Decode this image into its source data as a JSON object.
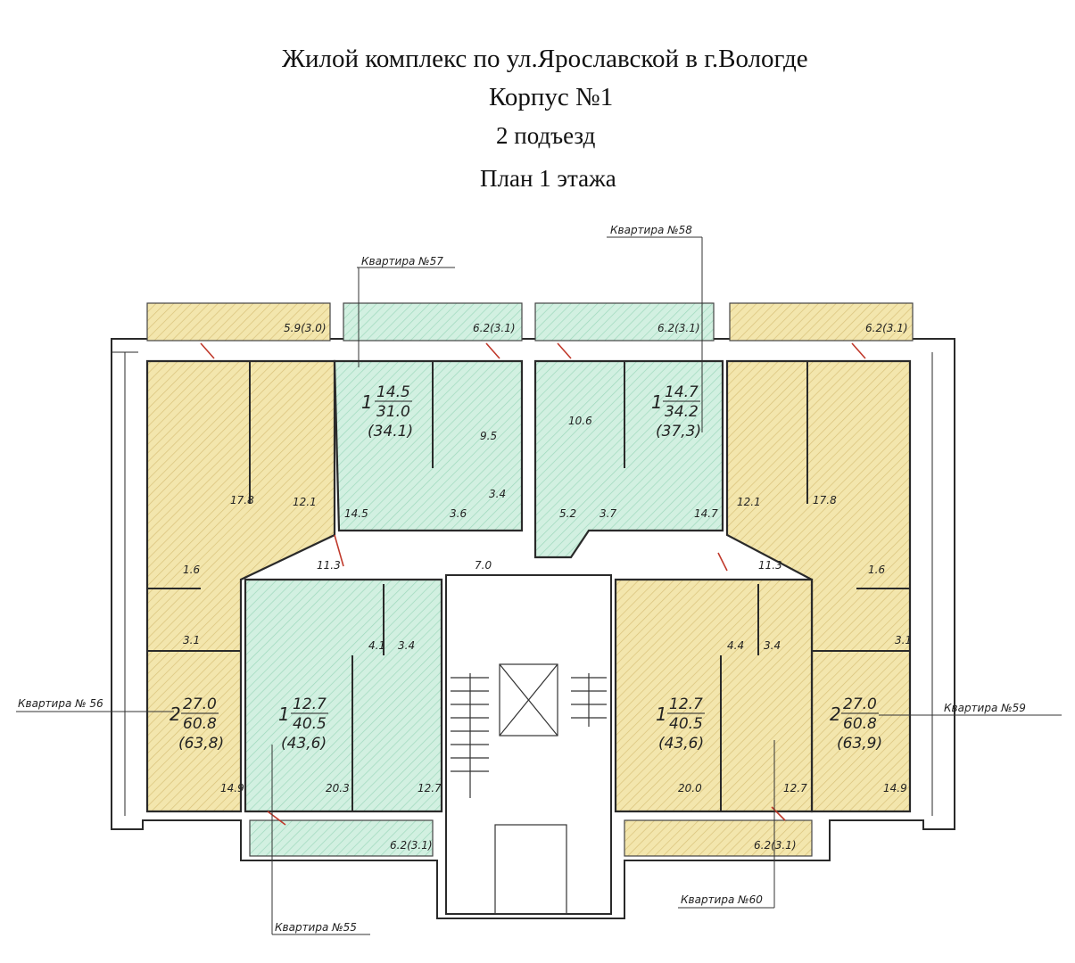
{
  "title": {
    "line1": "Жилой комплекс по ул.Ярославской в г.Вологде",
    "line2": "Корпус №1",
    "line3": "2 подъезд",
    "line4": "План 1 этажа"
  },
  "colors": {
    "yellow": "#f1e3a6",
    "green": "#cfeedd",
    "wall": "#2a2a2a",
    "line": "#444444"
  },
  "apartments": {
    "a55": {
      "label": "Квартира №55",
      "rooms": "1",
      "living": "12.7",
      "total": "40.5",
      "total_balc": "(43,6)"
    },
    "a56": {
      "label": "Квартира № 56",
      "rooms": "2",
      "living": "27.0",
      "total": "60.8",
      "total_balc": "(63,8)"
    },
    "a57": {
      "label": "Квартира №57",
      "rooms": "1",
      "living": "14.5",
      "total": "31.0",
      "total_balc": "(34.1)"
    },
    "a58": {
      "label": "Квартира №58",
      "rooms": "1",
      "living": "14.7",
      "total": "34.2",
      "total_balc": "(37,3)"
    },
    "a59": {
      "label": "Квартира №59",
      "rooms": "2",
      "living": "27.0",
      "total": "60.8",
      "total_balc": "(63,9)"
    },
    "a60": {
      "label": "Квартира №60",
      "rooms": "1",
      "living": "12.7",
      "total": "40.5",
      "total_balc": "(43,6)"
    }
  },
  "balconies": {
    "b1": "5.9(3.0)",
    "b2": "6.2(3.1)",
    "b3": "6.2(3.1)",
    "b4": "6.2(3.1)",
    "b5": "6.2(3.1)",
    "b6": "6.2(3.1)"
  },
  "room_areas": {
    "r_l_kitchen": "17.8",
    "r_l_room": "12.1",
    "r_l_bath": "1.6",
    "r_l_hall": "11.3",
    "r_l_wc": "3.1",
    "r_l_bed": "14.9",
    "r_57_room": "14.5",
    "r_57_kitchen": "9.5",
    "r_57_bath": "3.4",
    "r_57_hall": "3.6",
    "r_58_kitchen": "10.6",
    "r_58_hall": "5.2",
    "r_58_corr": "3.7",
    "r_58_room": "14.7",
    "r_lobby": "7.0",
    "r_55_hall": "4.1",
    "r_55_bath": "3.4",
    "r_55_room": "20.3",
    "r_55_kitchen": "12.7",
    "r_60_hall": "4.4",
    "r_60_bath": "3.4",
    "r_60_room": "20.0",
    "r_60_kitchen": "12.7",
    "r_r_room": "12.1",
    "r_r_kitchen": "17.8",
    "r_r_hall": "11.3",
    "r_r_bath": "1.6",
    "r_r_wc": "3.1",
    "r_r_bed": "14.9"
  }
}
